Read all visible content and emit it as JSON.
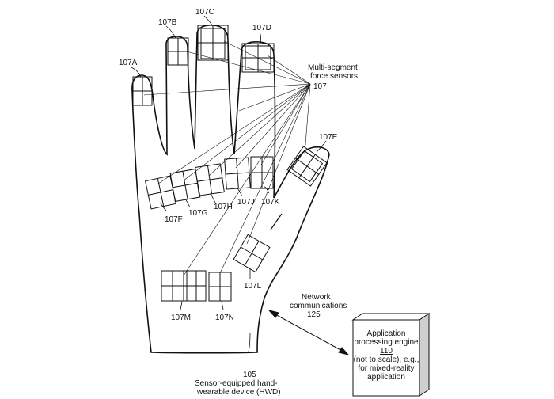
{
  "sensors_group": {
    "title_line1": "Multi-segment",
    "title_line2": "force sensors",
    "ref": "107"
  },
  "sensor_labels": {
    "a": "107A",
    "b": "107B",
    "c": "107C",
    "d": "107D",
    "e": "107E",
    "f": "107F",
    "g": "107G",
    "h": "107H",
    "j": "107J",
    "k": "107K",
    "l": "107L",
    "m": "107M",
    "n": "107N"
  },
  "network": {
    "line1": "Network",
    "line2": "communications",
    "ref": "125"
  },
  "engine": {
    "line1": "Application",
    "line2": "processing engine",
    "ref": "110",
    "line4": "(not to scale), e.g.,",
    "line5": "for mixed-reality",
    "line6": "application"
  },
  "device": {
    "ref": "105",
    "line1": "Sensor-equipped hand-",
    "line2": "wearable device (HWD)"
  }
}
